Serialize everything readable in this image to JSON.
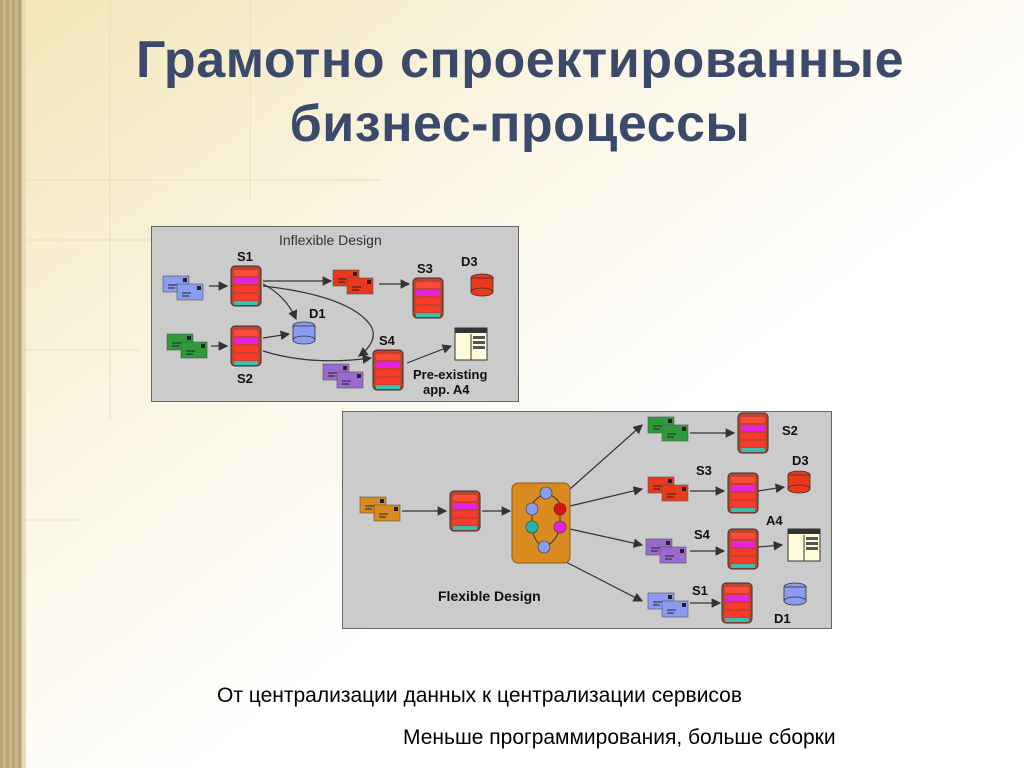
{
  "slide": {
    "title_line1": "Грамотно спроектированные",
    "title_line2": "бизнес-процессы",
    "caption1": "От централизации данных к централизации сервисов",
    "caption2": "Меньше программирования, больше сборки"
  },
  "inflexible": {
    "title": "Inflexible Design",
    "labels": {
      "s1": "S1",
      "s2": "S2",
      "s3": "S3",
      "s4": "S4",
      "d1": "D1",
      "d3": "D3",
      "app_line1": "Pre-existing",
      "app_line2": "app. A4"
    }
  },
  "flexible": {
    "title": "Flexible Design",
    "labels": {
      "s2": "S2",
      "s3": "S3",
      "d3": "D3",
      "s4": "S4",
      "a4": "A4",
      "s1": "S1",
      "d1": "D1"
    }
  },
  "colors": {
    "title": "#3b4a6b",
    "panel_bg": "#cbcbcb",
    "blue_msg": "#8a9cf0",
    "green_msg": "#2e9a3a",
    "red_msg": "#e83a1a",
    "purple_msg": "#9a6ad0",
    "orange_msg": "#d98a20",
    "orchestrator": "#d98a20"
  }
}
